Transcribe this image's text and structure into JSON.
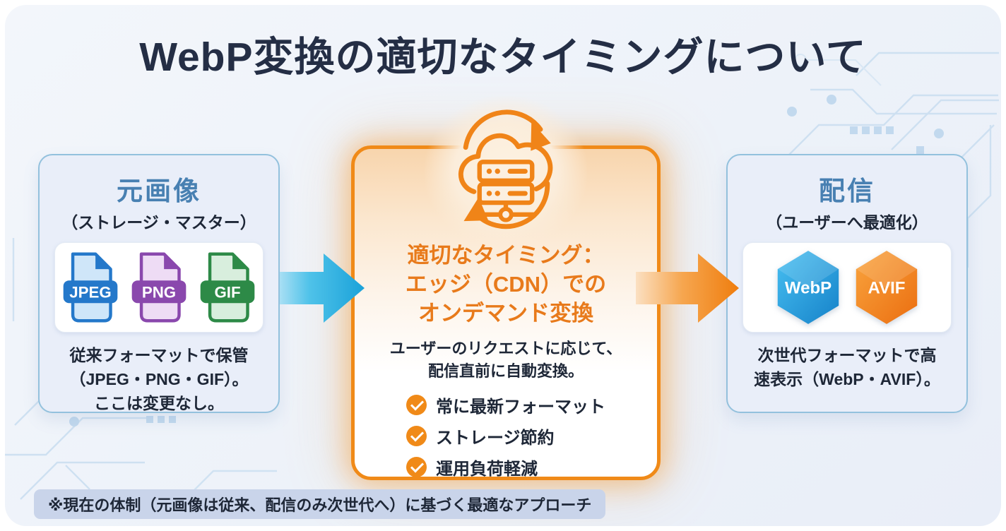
{
  "title": "WebP変換の適切なタイミングについて",
  "colors": {
    "dark": "#242e45",
    "text": "#1e2737",
    "steel-blue": "#4880b2",
    "accent-orange": "#f08a18",
    "heading-orange": "#e87a1b",
    "panel-fill": "#e9eef9",
    "panel-border": "#93c1dd",
    "note-bg": "#c9d4ea",
    "jpeg-blue": "#2478ca",
    "jpeg-light": "#cfe6f9",
    "png-purple": "#8a48ad",
    "png-light": "#eedcf5",
    "gif-green": "#2d8a47",
    "gif-light": "#d8eedd",
    "webp-gradient": [
      "#47bff1",
      "#1682c9"
    ],
    "avif-gradient": [
      "#f9a43e",
      "#eb6e10"
    ],
    "arrow-blue": [
      "#a8dff4",
      "#1aa2d9"
    ],
    "arrow-orange": [
      "#fbe0c2",
      "#ef7d0e"
    ],
    "circuit-line": "#cde0f1"
  },
  "left_box": {
    "heading": "元画像",
    "subheading": "（ストレージ・マスター）",
    "formats": [
      "JPEG",
      "PNG",
      "GIF"
    ],
    "description": [
      "従来フォーマットで保管",
      "（JPEG・PNG・GIF）。",
      "ここは変更なし。"
    ]
  },
  "center_box": {
    "icon": "cloud-server-sync-icon",
    "heading": [
      "適切なタイミング：",
      "エッジ（CDN）での",
      "オンデマンド変換"
    ],
    "body": [
      "ユーザーのリクエストに応じて、",
      "配信直前に自動変換。"
    ],
    "checklist": [
      "常に最新フォーマット",
      "ストレージ節約",
      "運用負荷軽減"
    ]
  },
  "right_box": {
    "heading": "配信",
    "subheading": "（ユーザーへ最適化）",
    "badges": [
      "WebP",
      "AVIF"
    ],
    "description": [
      "次世代フォーマットで高",
      "速表示（WebP・AVIF）。"
    ]
  },
  "footnote": "※現在の体制（元画像は従来、配信のみ次世代へ）に基づく最適なアプローチ"
}
